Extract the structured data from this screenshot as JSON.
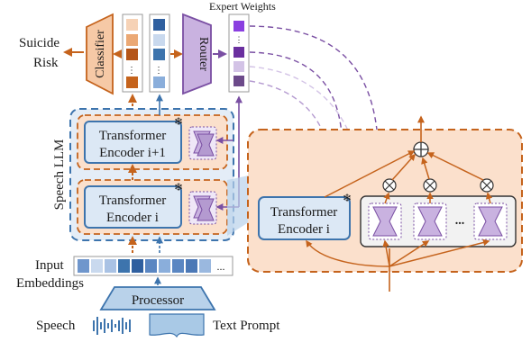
{
  "labels": {
    "expert_weights": "Expert Weights",
    "suicide_risk_line1": "Suicide",
    "suicide_risk_line2": "Risk",
    "classifier": "Classifier",
    "router": "Router",
    "speech_llm": "Speech LLM",
    "encoder_top_line1": "Transformer",
    "encoder_top_line2": "Encoder i+1",
    "encoder_bottom_line1": "Transformer",
    "encoder_bottom_line2": "Encoder i",
    "encoder_zoom_line1": "Transformer",
    "encoder_zoom_line2": "Encoder i",
    "input_embeddings_line1": "Input",
    "input_embeddings_line2": "Embeddings",
    "processor": "Processor",
    "speech": "Speech",
    "text_prompt": "Text Prompt",
    "ellipsis": "...",
    "vdots": "⋮"
  },
  "colors": {
    "orange": "#c5631c",
    "orange_fill": "#fbe0cc",
    "blue": "#3d74ad",
    "blue_fill": "#dce8f5",
    "purple": "#7a4fa3",
    "purple_fill": "#d7c6e8",
    "gray_fill": "#f2f2f2"
  },
  "embedding_colors": [
    "#c9d9ee",
    "#a9c2e4",
    "#8aaedb",
    "#5a86c2",
    "#2f5f9f",
    "#5a86c2",
    "#a9c2e4",
    "#8aaedb",
    "#4b78b6",
    "#c9d9ee",
    "#9ab8df"
  ],
  "classifier_vector_colors": [
    "#f6d2b6",
    "#eba874",
    "#c5631c",
    "#e58f4f",
    "#c5631c"
  ],
  "router_vector_colors": [
    "#2f5f9f",
    "#c9d9ee",
    "#3d74ad",
    "#8aaedb",
    "#a9c2e4"
  ],
  "expert_weight_colors": [
    "#8a3fe0",
    "#6a2f9f",
    "#d3c3e6",
    "#6c4a8a"
  ],
  "expert_lines": [
    "#7a4fa3",
    "#a486c4",
    "#d2c3e4",
    "#6c4a8a"
  ]
}
